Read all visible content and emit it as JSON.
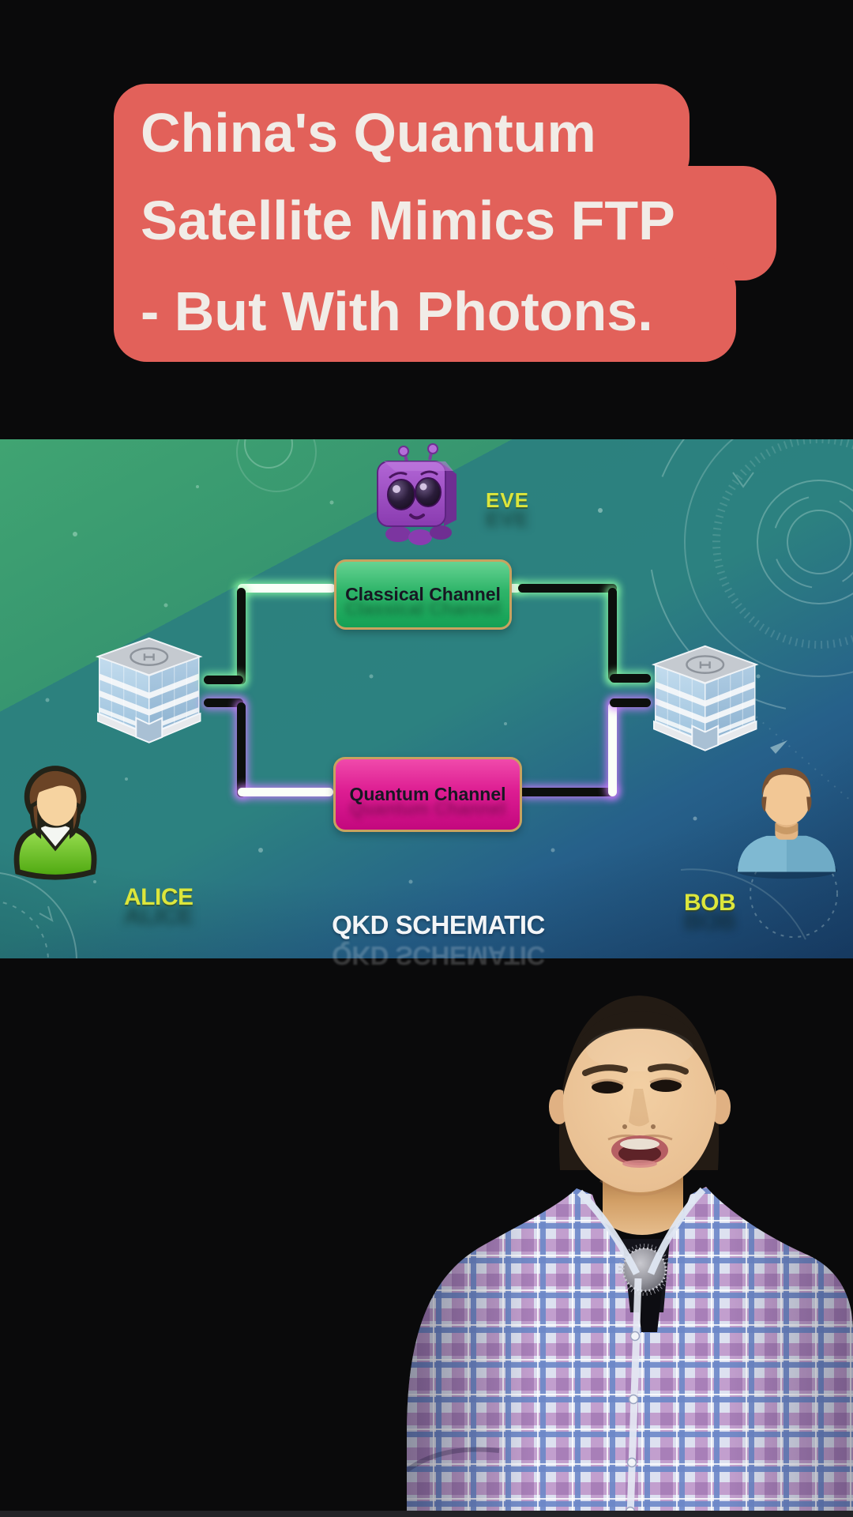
{
  "video_frame": {
    "title_card": {
      "lines": [
        "China's Quantum",
        "Satellite Mimics FTP",
        "- But With Photons."
      ],
      "bg_color": "#e2615a",
      "text_color": "#f1ece7"
    },
    "diagram": {
      "caption": "QKD SCHEMATIC",
      "participants": {
        "eavesdropper": "EVE",
        "sender": "ALICE",
        "receiver": "BOB"
      },
      "channels": [
        {
          "label": "Classical Channel",
          "top_color": "#66d392",
          "bottom_color": "#13a055",
          "glow_color": "#9fffb4"
        },
        {
          "label": "Quantum Channel",
          "top_color": "#f04aab",
          "bottom_color": "#c3087e",
          "glow_color": "#d07cff"
        }
      ],
      "participant_label_color": "#dce63c",
      "background_top_color": "#40a472",
      "background_bottom_color": "#1c4571"
    }
  }
}
